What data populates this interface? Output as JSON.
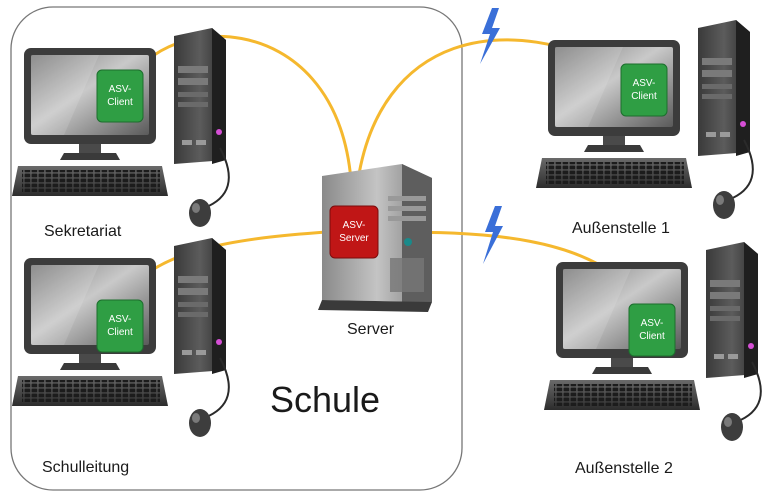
{
  "school_label": "Schule",
  "server": {
    "badge": "ASV-\nServer",
    "label": "Server"
  },
  "workstations": [
    {
      "id": "sekretariat",
      "badge": "ASV-\nClient",
      "label": "Sekretariat"
    },
    {
      "id": "schulleitung",
      "badge": "ASV-\nClient",
      "label": "Schulleitung"
    },
    {
      "id": "aussenstelle-1",
      "badge": "ASV-\nClient",
      "label": "Außenstelle 1"
    },
    {
      "id": "aussenstelle-2",
      "badge": "ASV-\nClient",
      "label": "Außenstelle 2"
    }
  ],
  "colors": {
    "connection": "#f5b82e",
    "lightning": "#3a6fd8",
    "client_badge": "#2f9e44",
    "server_badge": "#c01616",
    "school_border": "#777777"
  }
}
